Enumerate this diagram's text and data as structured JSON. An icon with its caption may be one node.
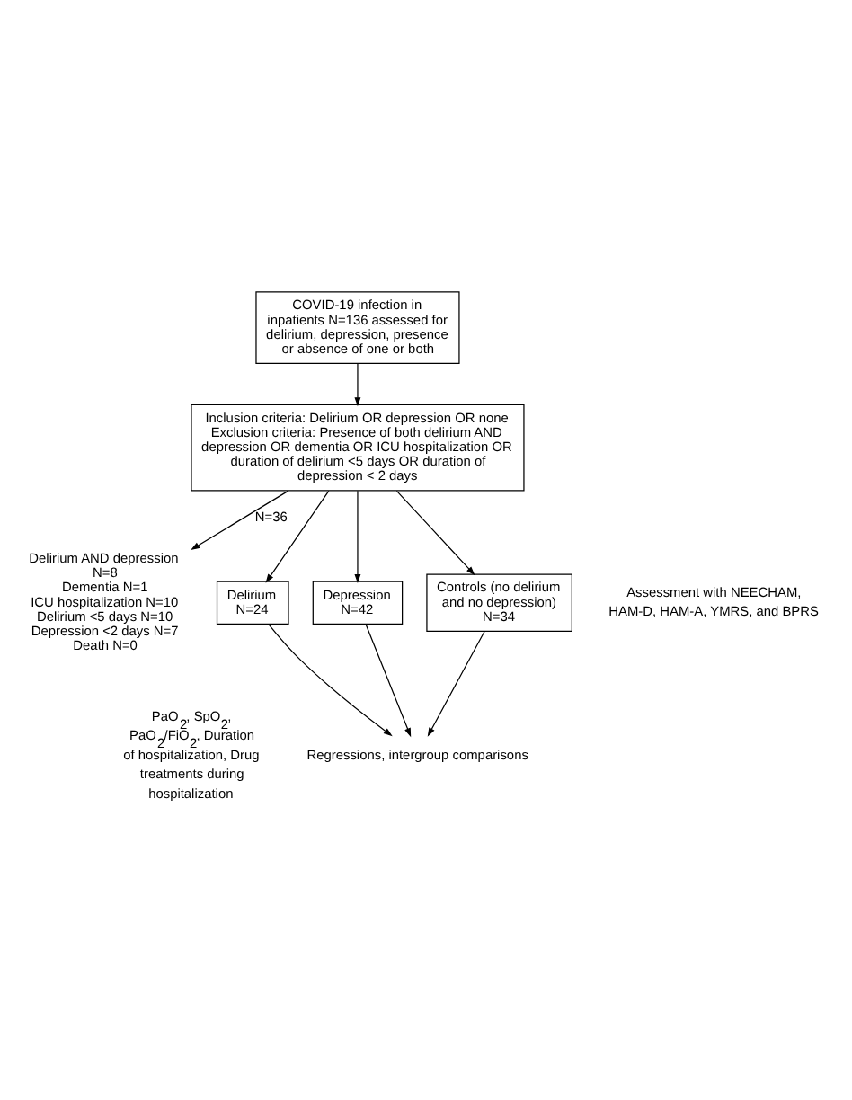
{
  "diagram": {
    "nodes": [
      {
        "text": [
          "COVID-19 infection in inpatients N=136 assessed for delirium, depression, presence or absence of one or both"
        ]
      },
      {
        "text": [
          "Inclusion criteria: Delirium OR depression OR none",
          "Exclusion criteria: Presence of both delirium AND depression OR dementia OR ICU hospitalization OR duration of delirium <5 days OR duration of depression < 2 days"
        ]
      },
      {
        "text": [
          "Delirium AND depression N=8",
          "Dementia N=1",
          "ICU hospitalization N=10",
          "Delirium <5 days N=10",
          "Depression <2 days N=7",
          "Death N=0"
        ]
      },
      {
        "text": [
          "Delirium N=24"
        ]
      },
      {
        "text": [
          "Depression N=42"
        ]
      },
      {
        "text": [
          "Controls (no delirium and no depression) N=34"
        ]
      },
      {
        "text": [
          "Regressions, intergroup comparisons"
        ]
      }
    ],
    "edges": [
      {
        "from": 0,
        "to": 1,
        "arrow": "to"
      },
      {
        "from": 1,
        "to": 2,
        "arrow": "to",
        "label": "N=36"
      },
      {
        "from": 1,
        "to": 3,
        "arrow": "to"
      },
      {
        "from": 1,
        "to": 4,
        "arrow": "to"
      },
      {
        "from": 1,
        "to": 5,
        "arrow": "to"
      },
      {
        "from": 3,
        "to": 6,
        "arrow": "to"
      },
      {
        "from": 4,
        "to": 6,
        "arrow": "to"
      },
      {
        "from": 5,
        "to": 6,
        "arrow": "to"
      }
    ],
    "labels": [
      "Assessment with NEECHAM, HAM-D, HAM-A, YMRS, and BPRS",
      "PaO$_{2}$, SpO$_{2}$, PaO$_{2}$/FiO$_{2}$, Duration of hospitalization, Drug treatments during hospitalization"
    ]
  }
}
